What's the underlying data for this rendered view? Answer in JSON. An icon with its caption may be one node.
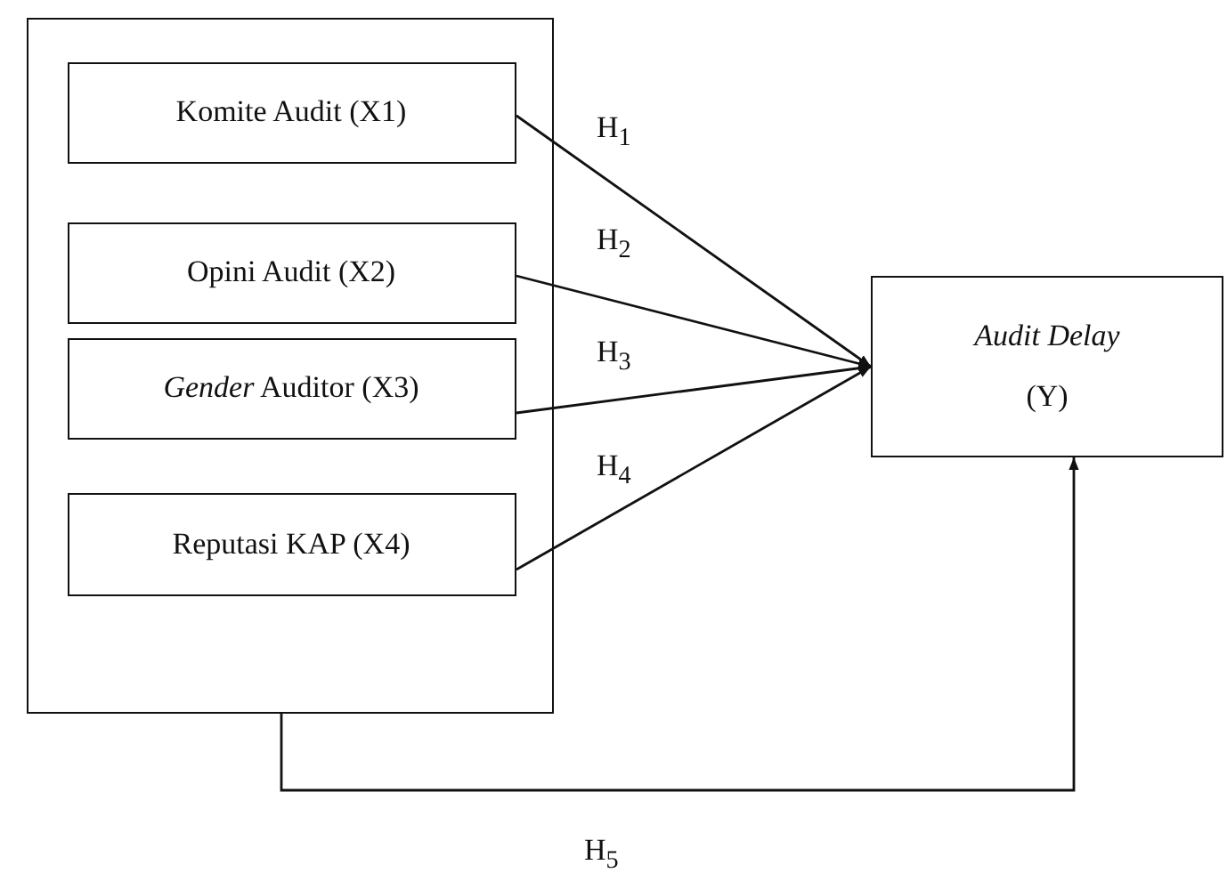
{
  "diagram": {
    "nodes": [
      {
        "text": [],
        "shape": "box"
      },
      {
        "text": [
          "Komite Audit (X1)"
        ],
        "in": 0
      },
      {
        "text": [
          "Opini Audit (X2)"
        ],
        "in": 0
      },
      {
        "text": [
          "*Gender* Auditor (X3)"
        ],
        "in": 0
      },
      {
        "text": [
          "Reputasi KAP (X4)"
        ],
        "in": 0
      },
      {
        "text": [
          "Audit Delay",
          "(Y)"
        ]
      }
    ],
    "edges": [
      {
        "from": 1,
        "to": 5,
        "arrow": "to",
        "label": "H$_{1}$"
      },
      {
        "from": 2,
        "to": 5,
        "arrow": "to",
        "label": "H$_{2}$"
      },
      {
        "from": 3,
        "to": 5,
        "arrow": "to",
        "label": "H$_{3}$"
      },
      {
        "from": 4,
        "to": 5,
        "arrow": "to",
        "label": "H$_{4}$"
      },
      {
        "from": 0,
        "to": 5,
        "arrow": "to",
        "label": "H$_{5}$"
      }
    ]
  }
}
